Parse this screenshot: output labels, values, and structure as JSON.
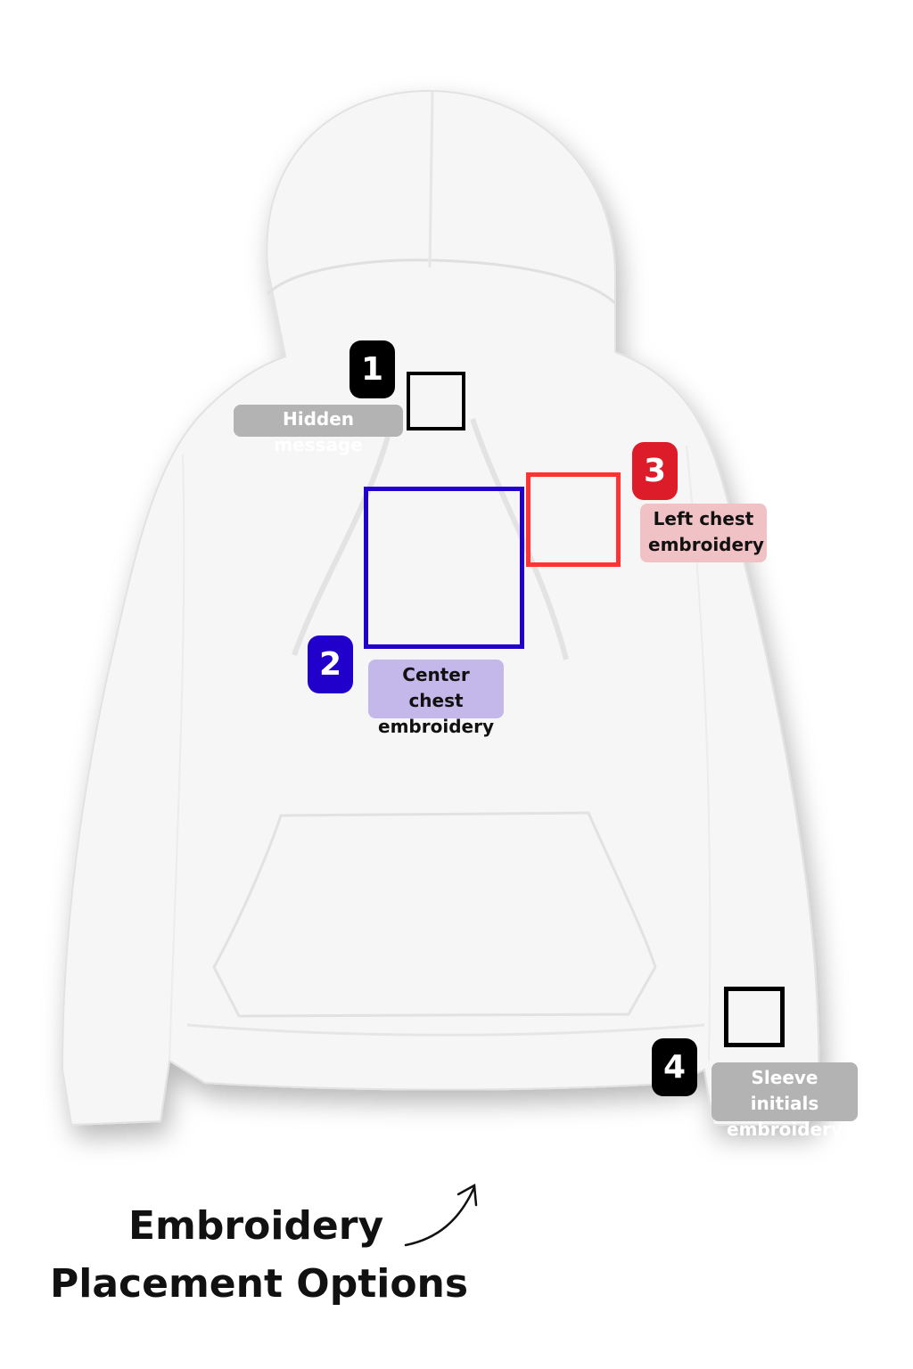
{
  "placements": [
    {
      "number": "1",
      "label": "Hidden message",
      "color": "#000000",
      "label_bg": "#b3b3b3",
      "label_text": "#ffffff"
    },
    {
      "number": "2",
      "label": "Center chest embroidery",
      "color": "#2200cc",
      "label_bg": "#c4b8ea",
      "label_text": "#111111"
    },
    {
      "number": "3",
      "label": "Left chest embroidery",
      "color": "#ff3333",
      "badge_color": "#dd1c2a",
      "label_bg": "#f0c2c6",
      "label_text": "#111111"
    },
    {
      "number": "4",
      "label": "Sleeve initials embroidery",
      "color": "#000000",
      "label_bg": "#b3b3b3",
      "label_text": "#ffffff"
    }
  ],
  "title": {
    "line1": "Embroidery",
    "line2": "Placement Options"
  },
  "icons": {
    "arrow": "curved-arrow-icon",
    "product": "white-hoodie"
  }
}
